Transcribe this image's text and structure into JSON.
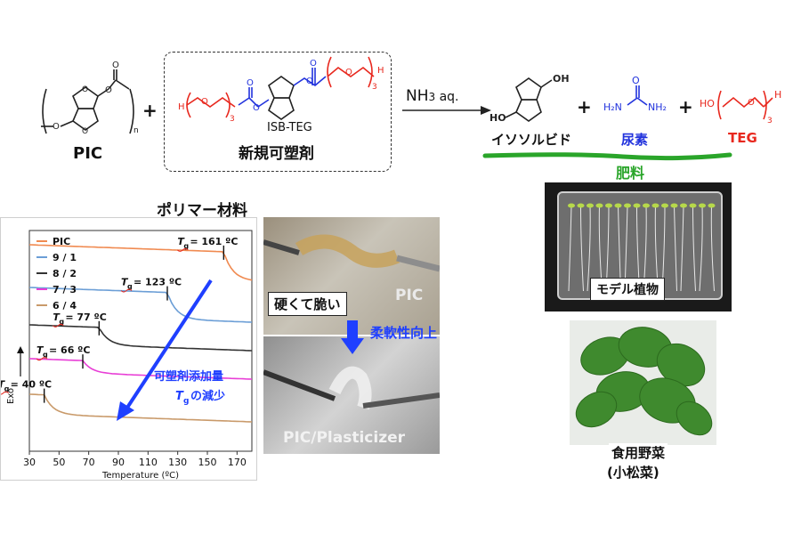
{
  "reaction": {
    "pic_label": "PIC",
    "pic_n": "n",
    "plus1": "+",
    "plasticizer_name": "ISB-TEG",
    "plasticizer_caption": "新規可塑剤",
    "teg_sub": "3",
    "reagent": "NH",
    "reagent_sub": "3",
    "reagent_suffix": " aq.",
    "product1": "イソソルビド",
    "plus2": "+",
    "product2": "尿素",
    "plus3": "+",
    "product3": "TEG",
    "fertilizer_label": "肥料",
    "polymer_label": "ポリマー材料",
    "atom_h": "H",
    "atom_o": "O",
    "atom_ho": "HO",
    "atom_oh": "OH",
    "atom_h2n": "H₂N",
    "atom_nh2": "NH₂",
    "atom_n": "N",
    "atom_h_lower": "H"
  },
  "colors": {
    "blue": "#2233dd",
    "red": "#e8281e",
    "green": "#2aa52a",
    "arrow_blue": "#1f3fff"
  },
  "chart_data": {
    "type": "line",
    "xlabel": "Temperature (ºC)",
    "ylabel": "Exo",
    "xlim": [
      30,
      180
    ],
    "xticks": [
      30,
      50,
      70,
      90,
      110,
      130,
      150,
      170
    ],
    "legend_position": "top-left",
    "series": [
      {
        "name": "PIC",
        "color": "#f08a50",
        "tg": "161",
        "tg_label": "= 161 ºC"
      },
      {
        "name": "9 / 1",
        "color": "#6b9ed6",
        "tg": "123",
        "tg_label": "= 123 ºC"
      },
      {
        "name": "8 / 2",
        "color": "#333333",
        "tg": "77",
        "tg_label": "= 77 ºC"
      },
      {
        "name": "7 / 3",
        "color": "#e83ed6",
        "tg": "66",
        "tg_label": "= 66 ºC"
      },
      {
        "name": "6 / 4",
        "color": "#c99a6a",
        "tg": "40",
        "tg_label": "= 40 ºC"
      }
    ],
    "tg_symbol": "T",
    "tg_subscript": "g",
    "annotation_line1": "可塑剤添加量",
    "annotation_line2_sym": "T",
    "annotation_line2_sub": "g",
    "annotation_line2_rest": "の減少"
  },
  "photos": {
    "pic_label": "PIC",
    "hard_label": "硬くて脆い",
    "soft_label": "柔軟性向上",
    "plasticizer_label": "PIC/Plasticizer",
    "model_plant_label": "モデル植物",
    "vegetable_line1": "食用野菜",
    "vegetable_line2": "(小松菜)"
  }
}
